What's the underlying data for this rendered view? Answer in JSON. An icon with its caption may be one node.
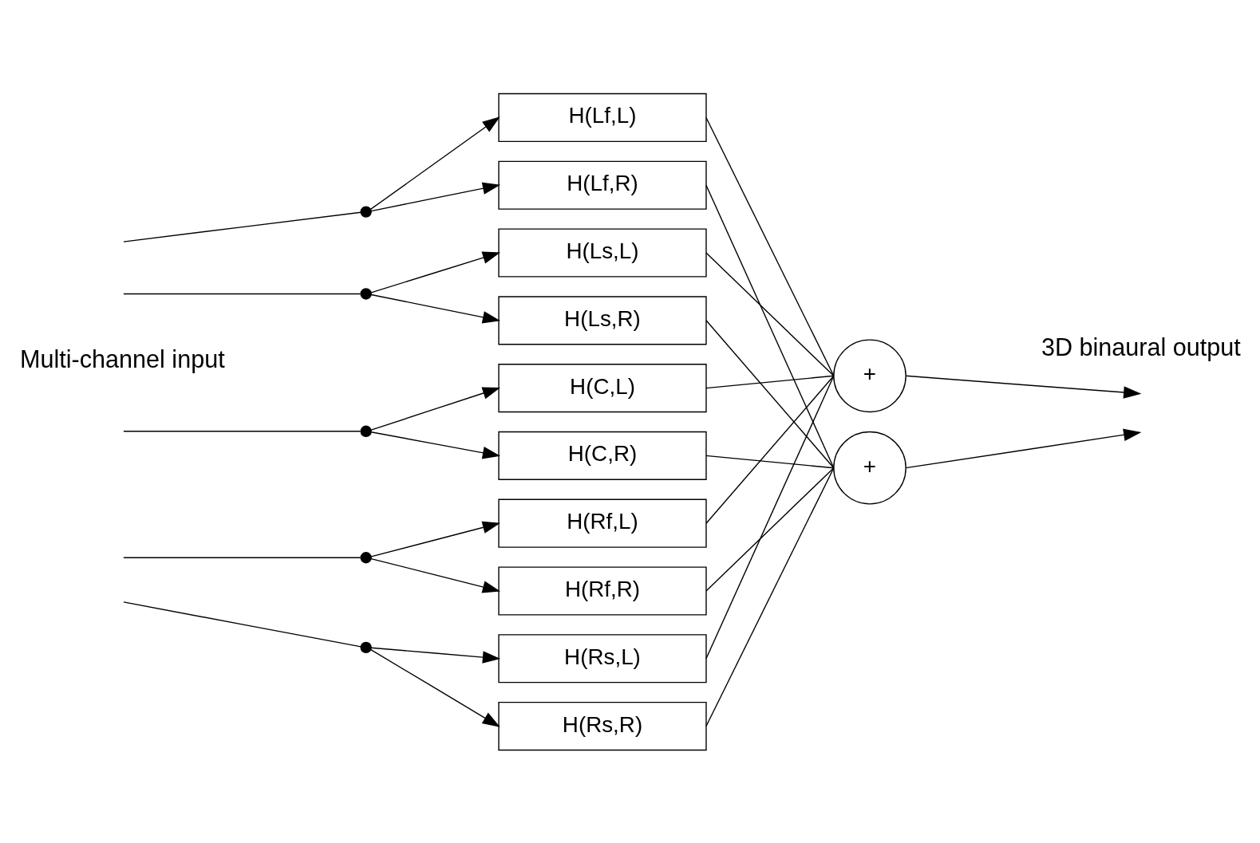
{
  "diagram": {
    "nodes": [
      {
        "text": [
          "H(Lf,L)"
        ]
      },
      {
        "text": [
          "H(Lf,R)"
        ]
      },
      {
        "text": [
          "H(Ls,L)"
        ]
      },
      {
        "text": [
          "H(Ls,R)"
        ]
      },
      {
        "text": [
          "H(C,L)"
        ]
      },
      {
        "text": [
          "H(C,R)"
        ]
      },
      {
        "text": [
          "H(Rf,L)"
        ]
      },
      {
        "text": [
          "H(Rf,R)"
        ]
      },
      {
        "text": [
          "H(Rs,L)"
        ]
      },
      {
        "text": [
          "H(Rs,R)"
        ]
      },
      {
        "text": [
          "+"
        ]
      },
      {
        "text": [
          "+"
        ]
      },
      {
        "text": [],
        "shape": "dot"
      },
      {
        "text": [],
        "shape": "dot"
      },
      {
        "text": [],
        "shape": "dot"
      },
      {
        "text": [],
        "shape": "dot"
      },
      {
        "text": [],
        "shape": "dot"
      }
    ],
    "edges": [
      {
        "from": null,
        "to": 12,
        "arrow": "none"
      },
      {
        "from": 12,
        "to": 0,
        "arrow": "to"
      },
      {
        "from": 12,
        "to": 1,
        "arrow": "to"
      },
      {
        "from": null,
        "to": 13,
        "arrow": "none"
      },
      {
        "from": 13,
        "to": 2,
        "arrow": "to"
      },
      {
        "from": 13,
        "to": 3,
        "arrow": "to"
      },
      {
        "from": null,
        "to": 14,
        "arrow": "none"
      },
      {
        "from": 14,
        "to": 4,
        "arrow": "to"
      },
      {
        "from": 14,
        "to": 5,
        "arrow": "to"
      },
      {
        "from": null,
        "to": 15,
        "arrow": "none"
      },
      {
        "from": 15,
        "to": 6,
        "arrow": "to"
      },
      {
        "from": 15,
        "to": 7,
        "arrow": "to"
      },
      {
        "from": null,
        "to": 16,
        "arrow": "none"
      },
      {
        "from": 16,
        "to": 8,
        "arrow": "to"
      },
      {
        "from": 16,
        "to": 9,
        "arrow": "to"
      },
      {
        "from": 0,
        "to": 10,
        "arrow": "none"
      },
      {
        "from": 1,
        "to": 11,
        "arrow": "none"
      },
      {
        "from": 2,
        "to": 10,
        "arrow": "none"
      },
      {
        "from": 3,
        "to": 11,
        "arrow": "none"
      },
      {
        "from": 4,
        "to": 10,
        "arrow": "none"
      },
      {
        "from": 5,
        "to": 11,
        "arrow": "none"
      },
      {
        "from": 6,
        "to": 10,
        "arrow": "none"
      },
      {
        "from": 7,
        "to": 11,
        "arrow": "none"
      },
      {
        "from": 8,
        "to": 10,
        "arrow": "none"
      },
      {
        "from": 9,
        "to": 11,
        "arrow": "none"
      },
      {
        "from": 10,
        "to": null,
        "arrow": "to"
      },
      {
        "from": 11,
        "to": null,
        "arrow": "to"
      }
    ],
    "labels": [
      "Multi-channel input",
      "3D binaural output"
    ]
  }
}
